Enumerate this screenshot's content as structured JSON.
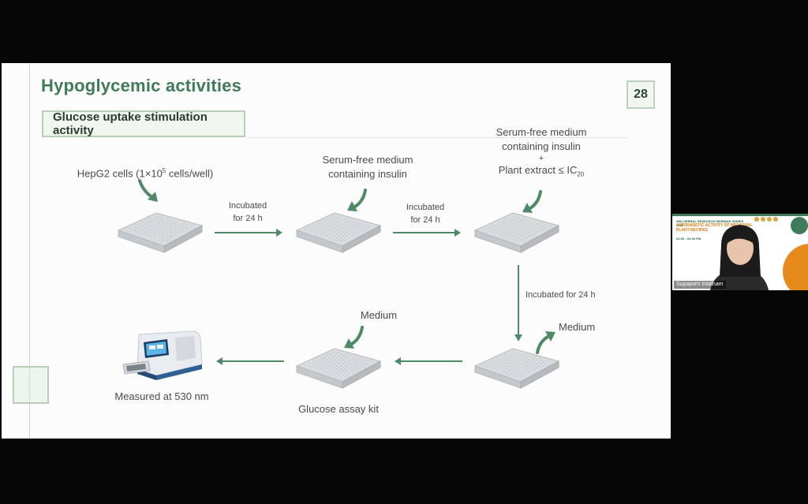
{
  "slide": {
    "title": "Hypoglycemic activities",
    "page_number": "28",
    "subtitle": "Glucose uptake stimulation activity"
  },
  "steps": {
    "cells_prefix": "HepG2 cells (1×10",
    "cells_exponent": "5",
    "cells_suffix": " cells/well)",
    "incubate_1_line1": "Incubated",
    "incubate_1_line2": "for 24 h",
    "serum_1_line1": "Serum-free medium",
    "serum_1_line2": "containing insulin",
    "incubate_2_line1": "Incubated",
    "incubate_2_line2": "for 24 h",
    "serum_2_line1": "Serum-free medium",
    "serum_2_line2": "containing insulin",
    "plus": "+",
    "extract_prefix": "Plant extract ≤ IC",
    "extract_sub": "20",
    "incubate_3": "Incubated for 24 h",
    "medium_out": "Medium",
    "medium_in": "Medium",
    "assay_kit": "Glucose assay kit",
    "measured": "Measured at 530 nm"
  },
  "webcam": {
    "header": "3RD HERBAL RESEARCH WEBINAR SERIES 2025",
    "talk_title": "ANTIDIABETIC ACTIVITY OF MEDICINAL PLANT RECIPES",
    "time": "02:00 - 03:00 PM",
    "participant_name": "Supaporn Intatham"
  },
  "colors": {
    "accent_green": "#3f7b58",
    "arrow_green": "#4f8a66",
    "plate_gray": "#cfd3d5",
    "webcam_orange": "#e78a1c"
  }
}
